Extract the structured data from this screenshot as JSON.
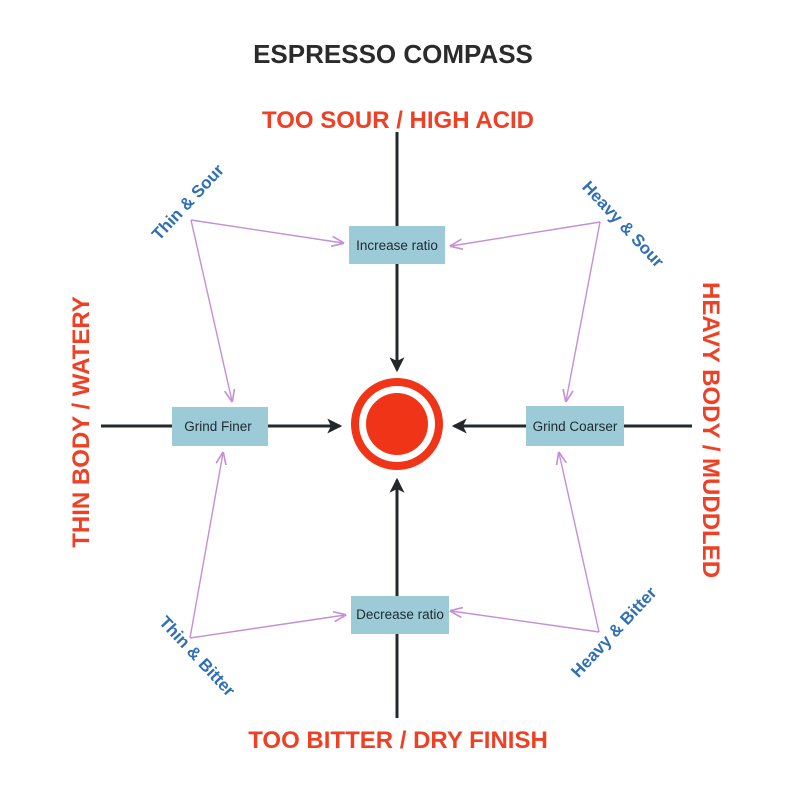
{
  "title": "ESPRESSO COMPASS",
  "axes": {
    "top": "TOO SOUR / HIGH ACID",
    "bottom": "TOO BITTER / DRY FINISH",
    "left": "THIN BODY / WATERY",
    "right": "HEAVY BODY / MUDDLED"
  },
  "boxes": {
    "top": "Increase ratio",
    "bottom": "Decrease ratio",
    "left": "Grind Finer",
    "right": "Grind Coarser"
  },
  "diagonals": {
    "top_left": "Thin & Sour",
    "top_right": "Heavy & Sour",
    "bottom_left": "Thin & Bitter",
    "bottom_right": "Heavy & Bitter"
  },
  "colors": {
    "axis_text": "#ef3f24",
    "diagonal_text": "#2f6fb5",
    "box_fill": "#9ccad6",
    "arrow_dark": "#23282c",
    "arrow_light": "#c48fd6",
    "target": "#ef3418"
  }
}
